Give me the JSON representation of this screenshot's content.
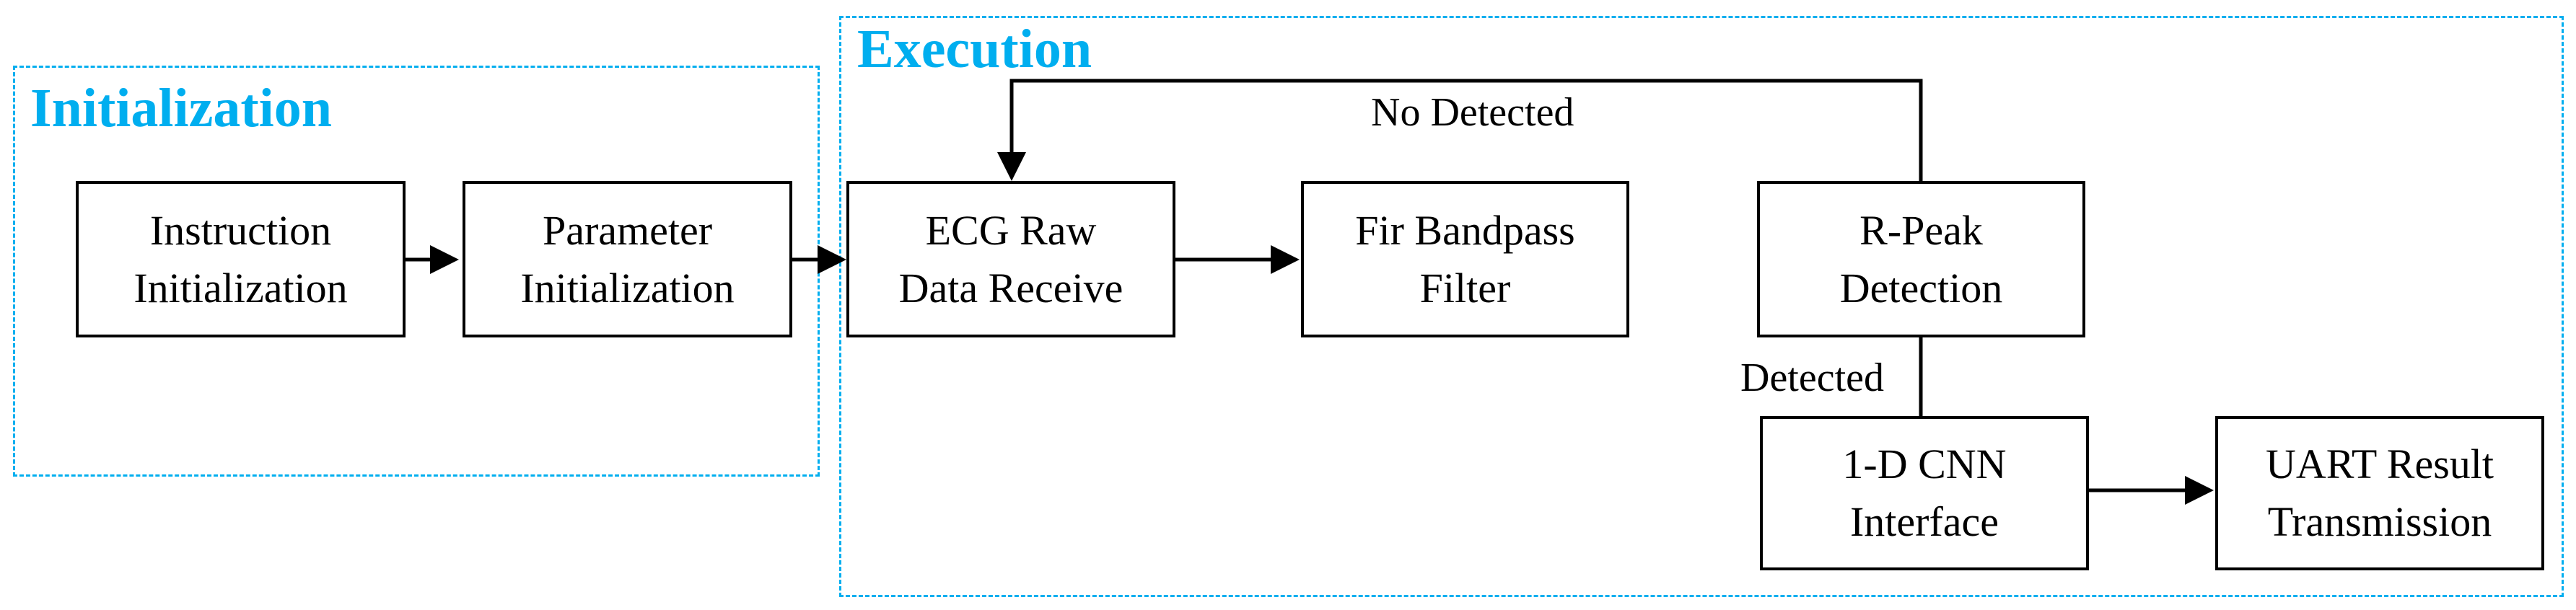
{
  "regions": {
    "initialization": {
      "title": "Initialization"
    },
    "execution": {
      "title": "Execution"
    }
  },
  "nodes": {
    "instruction_init": {
      "line1": "Instruction",
      "line2": "Initialization"
    },
    "parameter_init": {
      "line1": "Parameter",
      "line2": "Initialization"
    },
    "ecg_raw": {
      "line1": "ECG Raw",
      "line2": "Data Receive"
    },
    "fir_filter": {
      "line1": "Fir Bandpass",
      "line2": "Filter"
    },
    "rpeak": {
      "line1": "R-Peak",
      "line2": "Detection"
    },
    "cnn": {
      "line1": "1-D CNN",
      "line2": "Interface"
    },
    "uart": {
      "line1": "UART Result",
      "line2": "Transmission"
    }
  },
  "edge_labels": {
    "no_detected": "No Detected",
    "detected": "Detected"
  },
  "colors": {
    "region_border": "#00aeef",
    "region_title": "#00aeef",
    "stroke": "#000000"
  }
}
